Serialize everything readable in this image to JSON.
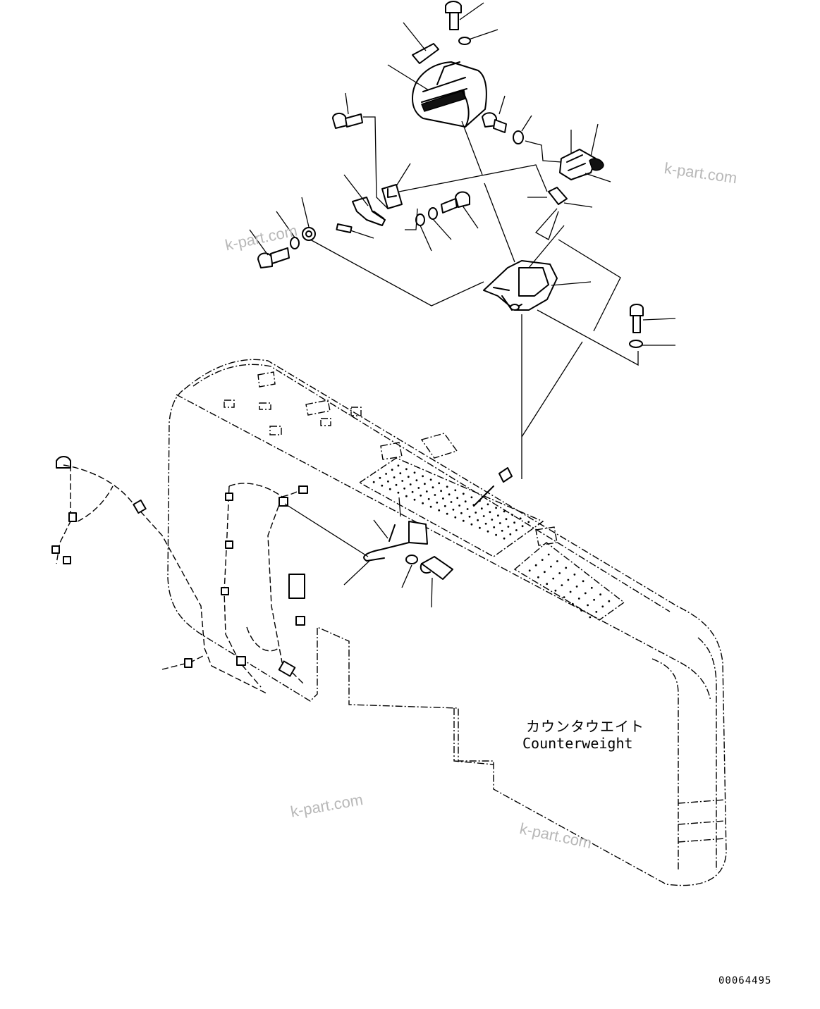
{
  "labels": {
    "part_name_jp": "カウンタウエイト",
    "part_name_en": "Counterweight"
  },
  "watermarks": [
    "k-part.com",
    "k-part.com",
    "k-part.com",
    "k-part.com"
  ],
  "drawing_number": "00064495",
  "colors": {
    "line": "#000000",
    "background": "#ffffff",
    "watermark": "#b8b8b8"
  }
}
